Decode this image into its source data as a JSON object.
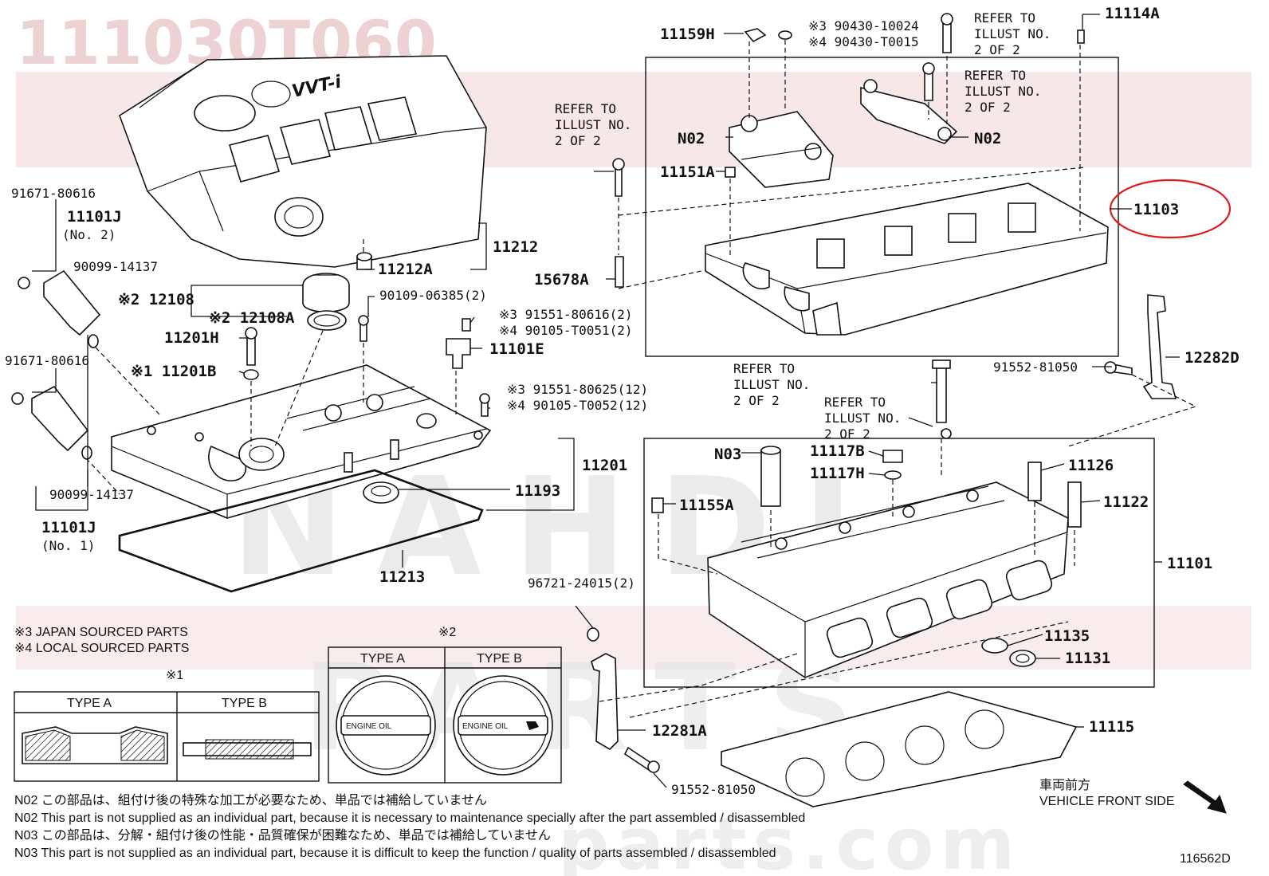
{
  "header": {
    "part_number_watermark": "111030T060"
  },
  "watermark": {
    "line1": "NAHDI",
    "line2": "PARTS",
    "line3": "parts.com"
  },
  "callouts": {
    "c11159H": "11159H",
    "c90430_10024": "※3 90430-10024",
    "c90430_T0015": "※4 90430-T0015",
    "refer_top_1": "REFER TO",
    "refer_top_2": "ILLUST NO.",
    "refer_top_3": "2 OF 2",
    "c11114A": "11114A",
    "refer_mid_1": "REFER TO",
    "refer_mid_2": "ILLUST NO.",
    "refer_mid_3": "2 OF 2",
    "refer_left_1": "REFER TO",
    "refer_left_2": "ILLUST NO.",
    "refer_left_3": "2 OF 2",
    "cN02_left": "N02",
    "cN02_right": "N02",
    "c11151A": "11151A",
    "c11103": "11103",
    "c15678A": "15678A",
    "c91671_top": "91671-80616",
    "c11101J_top": "11101J",
    "c11101J_top_sub": "(No. 2)",
    "c90099_top": "90099-14137",
    "c11212": "11212",
    "c11212A": "11212A",
    "c12108": "※2 12108",
    "c12108A": "※2 12108A",
    "c90109": "90109-06385(2)",
    "c91551_80616": "※3 91551-80616(2)",
    "c90105_T0051": "※4 90105-T0051(2)",
    "c11101E": "11101E",
    "c11201H": "11201H",
    "c11201B": "※1 11201B",
    "c91671_mid": "91671-80616",
    "c91551_80625": "※3 91551-80625(12)",
    "c90105_T0052": "※4 90105-T0052(12)",
    "c91552_top": "91552-81050",
    "c12282D": "12282D",
    "refer_low_1": "REFER TO",
    "refer_low_2": "ILLUST NO.",
    "refer_low_3": "2 OF 2",
    "refer_low2_1": "REFER TO",
    "refer_low2_2": "ILLUST NO.",
    "refer_low2_3": "2 OF 2",
    "c11201": "11201",
    "c11193": "11193",
    "cN03": "N03",
    "c11117B": "11117B",
    "c11117H": "11117H",
    "c11126": "11126",
    "c11122": "11122",
    "c11155A": "11155A",
    "c90099_bottom": "90099-14137",
    "c11101J_bottom": "11101J",
    "c11101J_bottom_sub": "(No. 1)",
    "c11213": "11213",
    "c96721": "96721-24015(2)",
    "c11101": "11101",
    "c11135": "11135",
    "c11131": "11131",
    "c11115": "11115",
    "c12281A": "12281A",
    "c91552_bottom": "91552-81050"
  },
  "legend": {
    "japan": "※3 JAPAN SOURCED PARTS",
    "local": "※4 LOCAL SOURCED PARTS",
    "mark1": "※1",
    "mark2": "※2",
    "type_a": "TYPE A",
    "type_b": "TYPE B",
    "type_a2": "TYPE A",
    "type_b2": "TYPE B",
    "engine_oil_a": "ENGINE OIL",
    "engine_oil_b": "ENGINE OIL"
  },
  "cover_badge": "VVT-i",
  "front": {
    "jp": "車両前方",
    "en": "VEHICLE FRONT SIDE"
  },
  "notes": [
    "N02  この部品は、組付け後の特殊な加工が必要なため、単品では補給していません",
    "N02  This part is not supplied as an individual part, because it is necessary to maintenance specially after the part assembled / disassembled",
    "N03  この部品は、分解・組付け後の性能・品質確保が困難なため、単品では補給していません",
    "N03  This part is not supplied as an individual part, because it is difficult to keep the function / quality of parts  assembled / disassembled"
  ],
  "illustration_id": "116562D",
  "colors": {
    "highlight_ellipse": "#d9201c",
    "band": "#f2d4d4",
    "ink": "#111111"
  }
}
